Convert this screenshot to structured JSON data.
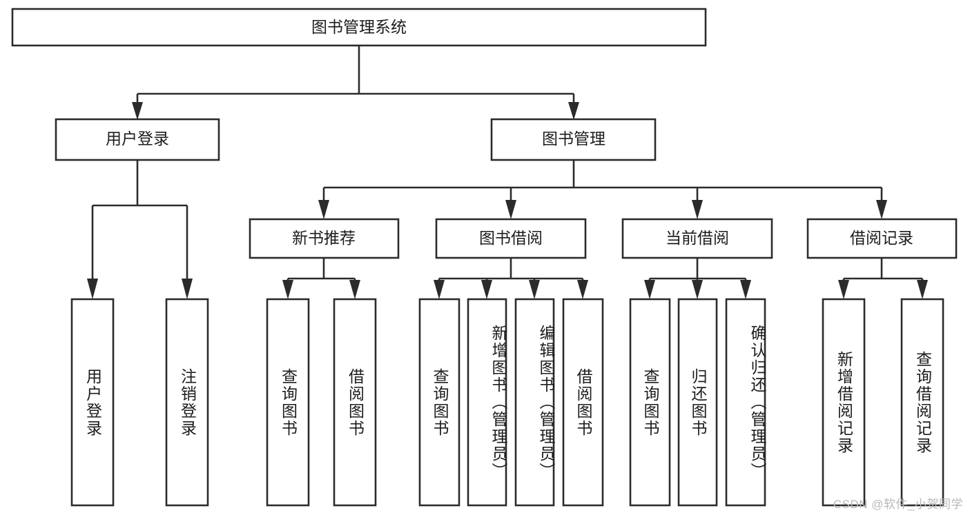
{
  "diagram": {
    "title": "图书管理系统",
    "type": "tree",
    "background_color": "#ffffff",
    "line_color": "#2b2b2b",
    "text_color": "#1c1c1c",
    "root": {
      "label": "图书管理系统",
      "orientation": "horizontal"
    },
    "level1": [
      {
        "label": "用户登录",
        "orientation": "horizontal"
      },
      {
        "label": "图书管理",
        "orientation": "horizontal"
      }
    ],
    "level2": [
      {
        "label": "新书推荐",
        "orientation": "horizontal"
      },
      {
        "label": "图书借阅",
        "orientation": "horizontal"
      },
      {
        "label": "当前借阅",
        "orientation": "horizontal"
      },
      {
        "label": "借阅记录",
        "orientation": "horizontal"
      }
    ],
    "leaves": {
      "user_login": [
        {
          "label": "用户登录",
          "orientation": "vertical"
        },
        {
          "label": "注销登录",
          "orientation": "vertical"
        }
      ],
      "new_book_recommend": [
        {
          "label": "查询图书",
          "orientation": "vertical"
        },
        {
          "label": "借阅图书",
          "orientation": "vertical"
        }
      ],
      "book_borrow": [
        {
          "label": "查询图书",
          "orientation": "vertical"
        },
        {
          "label": "新增图书（管理员）",
          "orientation": "vertical"
        },
        {
          "label": "编辑图书（管理员）",
          "orientation": "vertical"
        },
        {
          "label": "借阅图书",
          "orientation": "vertical"
        }
      ],
      "current_borrow": [
        {
          "label": "查询图书",
          "orientation": "vertical"
        },
        {
          "label": "归还图书",
          "orientation": "vertical"
        },
        {
          "label": "确认归还（管理员）",
          "orientation": "vertical"
        }
      ],
      "borrow_record": [
        {
          "label": "新增借阅记录",
          "orientation": "vertical"
        },
        {
          "label": "查询借阅记录",
          "orientation": "vertical"
        }
      ]
    }
  },
  "watermark": {
    "text": "CSDN @软件_小贺同学"
  }
}
